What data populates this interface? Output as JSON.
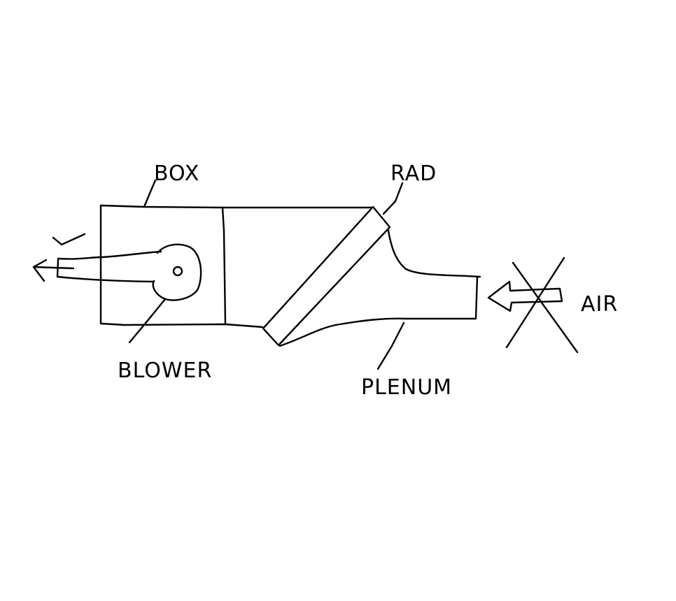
{
  "labels": {
    "box": "BOX",
    "rad": "RAD",
    "blower": "BLOWER",
    "plenum": "PLENUM",
    "air": "AIR"
  },
  "colors": {
    "ink": "#000000",
    "background": "#ffffff"
  }
}
